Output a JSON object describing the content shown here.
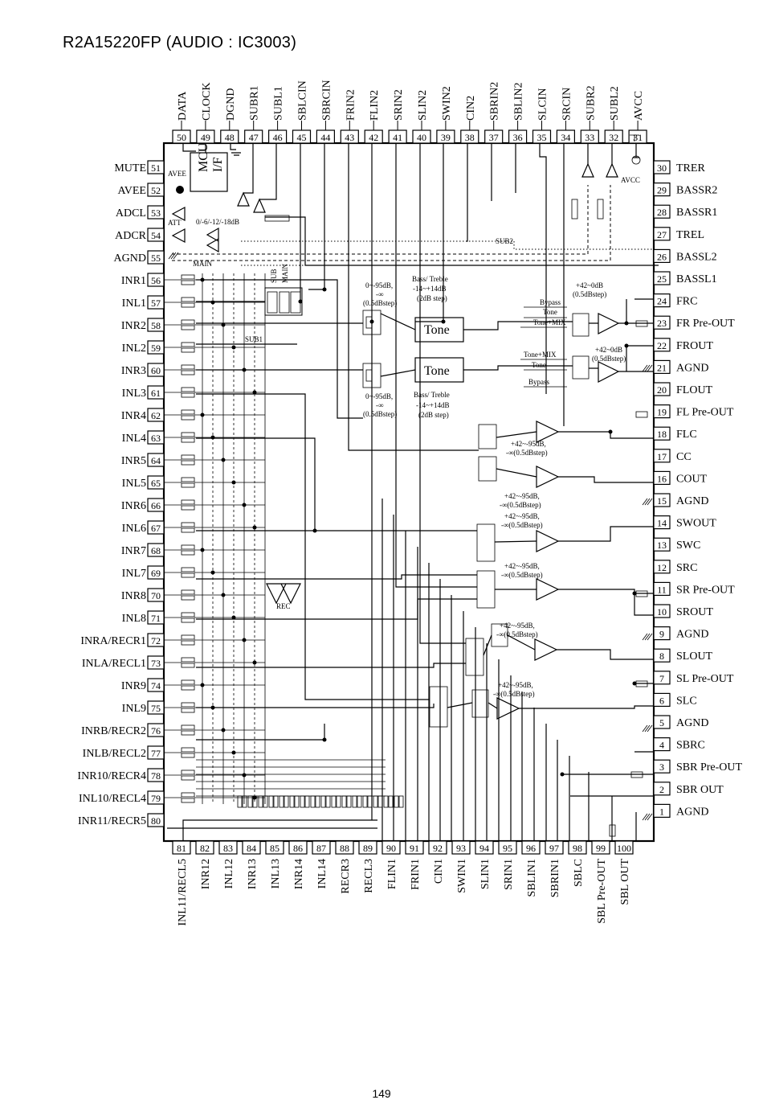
{
  "header": {
    "title": "R2A15220FP (AUDIO : IC3003)"
  },
  "footer": {
    "page_number": "149"
  },
  "top_pins": [
    {
      "num": "50",
      "name": "DATA"
    },
    {
      "num": "49",
      "name": "CLOCK"
    },
    {
      "num": "48",
      "name": "DGND"
    },
    {
      "num": "47",
      "name": "SUBR1"
    },
    {
      "num": "46",
      "name": "SUBL1"
    },
    {
      "num": "45",
      "name": "SBLCIN"
    },
    {
      "num": "44",
      "name": "SBRCIN"
    },
    {
      "num": "43",
      "name": "FRIN2"
    },
    {
      "num": "42",
      "name": "FLIN2"
    },
    {
      "num": "41",
      "name": "SRIN2"
    },
    {
      "num": "40",
      "name": "SLIN2"
    },
    {
      "num": "39",
      "name": "SWIN2"
    },
    {
      "num": "38",
      "name": "CIN2"
    },
    {
      "num": "37",
      "name": "SBRIN2"
    },
    {
      "num": "36",
      "name": "SBLIN2"
    },
    {
      "num": "35",
      "name": "SLCIN"
    },
    {
      "num": "34",
      "name": "SRCIN"
    },
    {
      "num": "33",
      "name": "SUBR2"
    },
    {
      "num": "32",
      "name": "SUBL2"
    },
    {
      "num": "31",
      "name": "AVCC"
    }
  ],
  "left_pins": [
    {
      "num": "51",
      "name": "MUTE"
    },
    {
      "num": "52",
      "name": "AVEE"
    },
    {
      "num": "53",
      "name": "ADCL"
    },
    {
      "num": "54",
      "name": "ADCR"
    },
    {
      "num": "55",
      "name": "AGND"
    },
    {
      "num": "56",
      "name": "INR1"
    },
    {
      "num": "57",
      "name": "INL1"
    },
    {
      "num": "58",
      "name": "INR2"
    },
    {
      "num": "59",
      "name": "INL2"
    },
    {
      "num": "60",
      "name": "INR3"
    },
    {
      "num": "61",
      "name": "INL3"
    },
    {
      "num": "62",
      "name": "INR4"
    },
    {
      "num": "63",
      "name": "INL4"
    },
    {
      "num": "64",
      "name": "INR5"
    },
    {
      "num": "65",
      "name": "INL5"
    },
    {
      "num": "66",
      "name": "INR6"
    },
    {
      "num": "67",
      "name": "INL6"
    },
    {
      "num": "68",
      "name": "INR7"
    },
    {
      "num": "69",
      "name": "INL7"
    },
    {
      "num": "70",
      "name": "INR8"
    },
    {
      "num": "71",
      "name": "INL8"
    },
    {
      "num": "72",
      "name": "INRA/RECR1"
    },
    {
      "num": "73",
      "name": "INLA/RECL1"
    },
    {
      "num": "74",
      "name": "INR9"
    },
    {
      "num": "75",
      "name": "INL9"
    },
    {
      "num": "76",
      "name": "INRB/RECR2"
    },
    {
      "num": "77",
      "name": "INLB/RECL2"
    },
    {
      "num": "78",
      "name": "INR10/RECR4"
    },
    {
      "num": "79",
      "name": "INL10/RECL4"
    },
    {
      "num": "80",
      "name": "INR11/RECR5"
    }
  ],
  "right_pins": [
    {
      "num": "30",
      "name": "TRER"
    },
    {
      "num": "29",
      "name": "BASSR2"
    },
    {
      "num": "28",
      "name": "BASSR1"
    },
    {
      "num": "27",
      "name": "TREL"
    },
    {
      "num": "26",
      "name": "BASSL2"
    },
    {
      "num": "25",
      "name": "BASSL1"
    },
    {
      "num": "24",
      "name": "FRC"
    },
    {
      "num": "23",
      "name": "FR Pre-OUT"
    },
    {
      "num": "22",
      "name": "FROUT"
    },
    {
      "num": "21",
      "name": "AGND"
    },
    {
      "num": "20",
      "name": "FLOUT"
    },
    {
      "num": "19",
      "name": "FL Pre-OUT"
    },
    {
      "num": "18",
      "name": "FLC"
    },
    {
      "num": "17",
      "name": "CC"
    },
    {
      "num": "16",
      "name": "COUT"
    },
    {
      "num": "15",
      "name": "AGND"
    },
    {
      "num": "14",
      "name": "SWOUT"
    },
    {
      "num": "13",
      "name": "SWC"
    },
    {
      "num": "12",
      "name": "SRC"
    },
    {
      "num": "11",
      "name": "SR Pre-OUT"
    },
    {
      "num": "10",
      "name": "SROUT"
    },
    {
      "num": "9",
      "name": "AGND"
    },
    {
      "num": "8",
      "name": "SLOUT"
    },
    {
      "num": "7",
      "name": "SL Pre-OUT"
    },
    {
      "num": "6",
      "name": "SLC"
    },
    {
      "num": "5",
      "name": "AGND"
    },
    {
      "num": "4",
      "name": "SBRC"
    },
    {
      "num": "3",
      "name": "SBR Pre-OUT"
    },
    {
      "num": "2",
      "name": "SBR OUT"
    },
    {
      "num": "1",
      "name": "AGND"
    }
  ],
  "bottom_pins": [
    {
      "num": "81",
      "name": "INL11/RECL5"
    },
    {
      "num": "82",
      "name": "INR12"
    },
    {
      "num": "83",
      "name": "INL12"
    },
    {
      "num": "84",
      "name": "INR13"
    },
    {
      "num": "85",
      "name": "INL13"
    },
    {
      "num": "86",
      "name": "INR14"
    },
    {
      "num": "87",
      "name": "INL14"
    },
    {
      "num": "88",
      "name": "RECR3"
    },
    {
      "num": "89",
      "name": "RECL3"
    },
    {
      "num": "90",
      "name": "FLIN1"
    },
    {
      "num": "91",
      "name": "FRIN1"
    },
    {
      "num": "92",
      "name": "CIN1"
    },
    {
      "num": "93",
      "name": "SWIN1"
    },
    {
      "num": "94",
      "name": "SLIN1"
    },
    {
      "num": "95",
      "name": "SRIN1"
    },
    {
      "num": "96",
      "name": "SBLIN1"
    },
    {
      "num": "97",
      "name": "SBRIN1"
    },
    {
      "num": "98",
      "name": "SBLC"
    },
    {
      "num": "99",
      "name": "SBL Pre-OUT"
    },
    {
      "num": "100",
      "name": "SBL OUT"
    }
  ],
  "internal_labels": {
    "mcu": "MCU",
    "if": "I/F",
    "avee": "AVEE",
    "avcc": "AVCC",
    "att": "ATT",
    "att_steps": "0/-6/-12/-18dB",
    "main": "MAIN",
    "sub": "SUB",
    "sub1": "SUB1",
    "sub2": "SUB2",
    "rec": "REC",
    "tone": "Tone",
    "bypass": "Bypass",
    "tone_opt": "Tone",
    "tone_mix": "Tone+MIX",
    "front_vol_top": [
      "0~-95dB,",
      "-∞",
      "(0.5dBstep)"
    ],
    "bass_treble_top": [
      "Bass/ Treble",
      "-14~+14dB",
      "(2dB step)"
    ],
    "front_vol_bot": [
      "0~-95dB,",
      "-∞",
      "(0.5dBstep)"
    ],
    "bass_treble_bot": [
      "Bass/ Treble",
      "-14~+14dB",
      "(2dB step)"
    ],
    "gain_fr": [
      "+42~0dB",
      "(0.5dBstep)"
    ],
    "gain_fl": [
      "+42~0dB",
      "(0.5dBstep)"
    ],
    "vol_c": [
      "+42~-95dB,",
      "-∞(0.5dBstep)"
    ],
    "vol_sw": [
      "+42~-95dB,",
      "-∞(0.5dBstep)"
    ],
    "vol_sr": [
      "+42~-95dB,",
      "-∞(0.5dBstep)"
    ],
    "vol_srb": [
      "+42~-95dB,",
      "-∞(0.5dBstep)"
    ],
    "vol_sl": [
      "+42~-95dB,",
      "-∞(0.5dBstep)"
    ],
    "vol_sb": [
      "+42~-95dB,",
      "-∞(0.5dBstep)"
    ]
  }
}
